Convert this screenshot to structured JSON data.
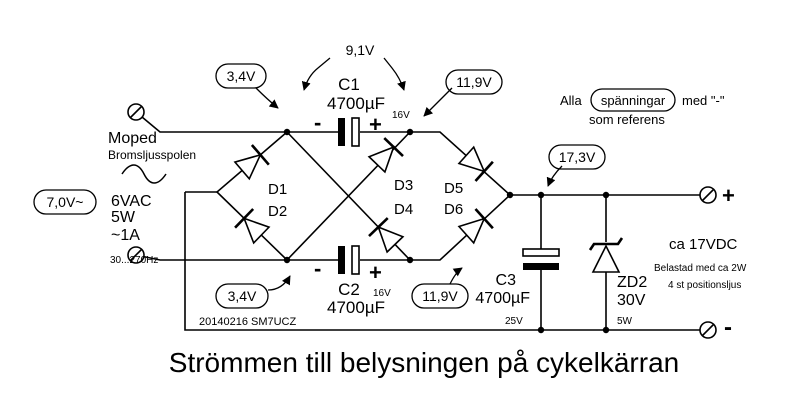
{
  "diagram": {
    "title": "Strömmen till belysningen på cykelkärran",
    "author_line": "20140216 SM7UCZ",
    "note_line1_prefix": "Alla",
    "note_line1_boxed": "spänningar",
    "note_line1_suffix": "med \"-\"",
    "note_line2": "som referens",
    "source": {
      "name": "Moped",
      "coil": "Bromsljusspolen",
      "wave": "~",
      "voltage": "6VAC",
      "power": "5W",
      "current": "~1A",
      "freq": "30...270Hz",
      "measured": "7,0V~"
    },
    "measurements": {
      "c1_left": "3,4V",
      "c1_span": "9,1V",
      "c1_right": "11,9V",
      "c2_left": "3,4V",
      "c2_right": "11,9V",
      "output_node": "17,3V"
    },
    "components": {
      "c1_name": "C1",
      "c1_value": "4700µF",
      "c1_voltage": "16V",
      "c2_name": "C2",
      "c2_value": "4700µF",
      "c2_voltage": "16V",
      "c3_name": "C3",
      "c3_value": "4700µF",
      "c3_voltage": "25V",
      "zd_name": "ZD2",
      "zd_value": "30V",
      "zd_power": "5W",
      "d1": "D1",
      "d2": "D2",
      "d3": "D3",
      "d4": "D4",
      "d5": "D5",
      "d6": "D6",
      "plus": "+",
      "minus": "-"
    },
    "output": {
      "voltage": "ca 17VDC",
      "load1": "Belastad med ca 2W",
      "load2": "4 st positionsljus",
      "plus": "+",
      "minus": "-"
    }
  }
}
